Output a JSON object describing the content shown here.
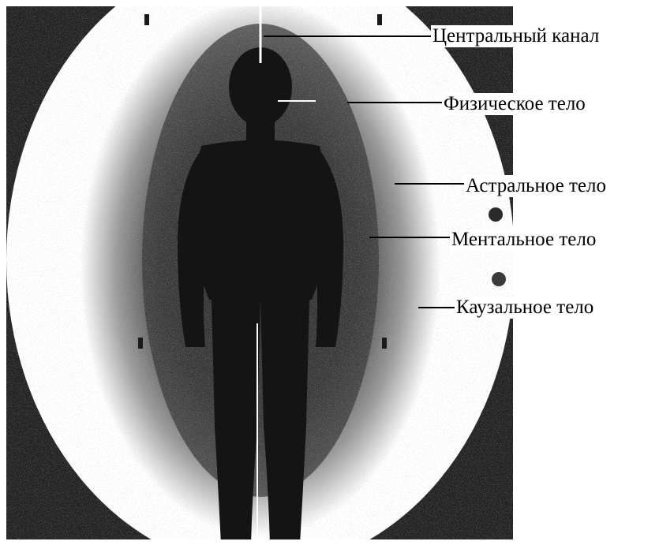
{
  "labels": {
    "central_channel": "Центральный канал",
    "physical_body": "Физическое тело",
    "astral_body": "Астральное тело",
    "mental_body": "Ментальное тело",
    "causal_body": "Каузальное тело"
  },
  "colors": {
    "background": "#ffffff",
    "dark": "#1f1f1f",
    "aura_white": "#ffffff"
  }
}
